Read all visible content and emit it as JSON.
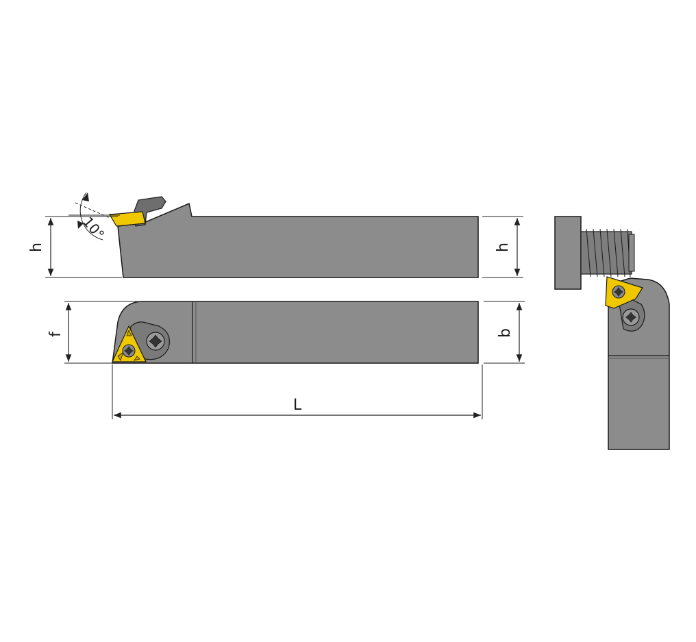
{
  "dimensions": {
    "h_left": "h",
    "h_right": "h",
    "f": "f",
    "b": "b",
    "L": "L",
    "angle": "10°"
  },
  "colors": {
    "body": "#8c8c8c",
    "body_dark": "#7a7a7a",
    "outline": "#1a1a1a",
    "insert": "#f0c800",
    "insert_dark": "#c9a400",
    "line": "#222222"
  }
}
